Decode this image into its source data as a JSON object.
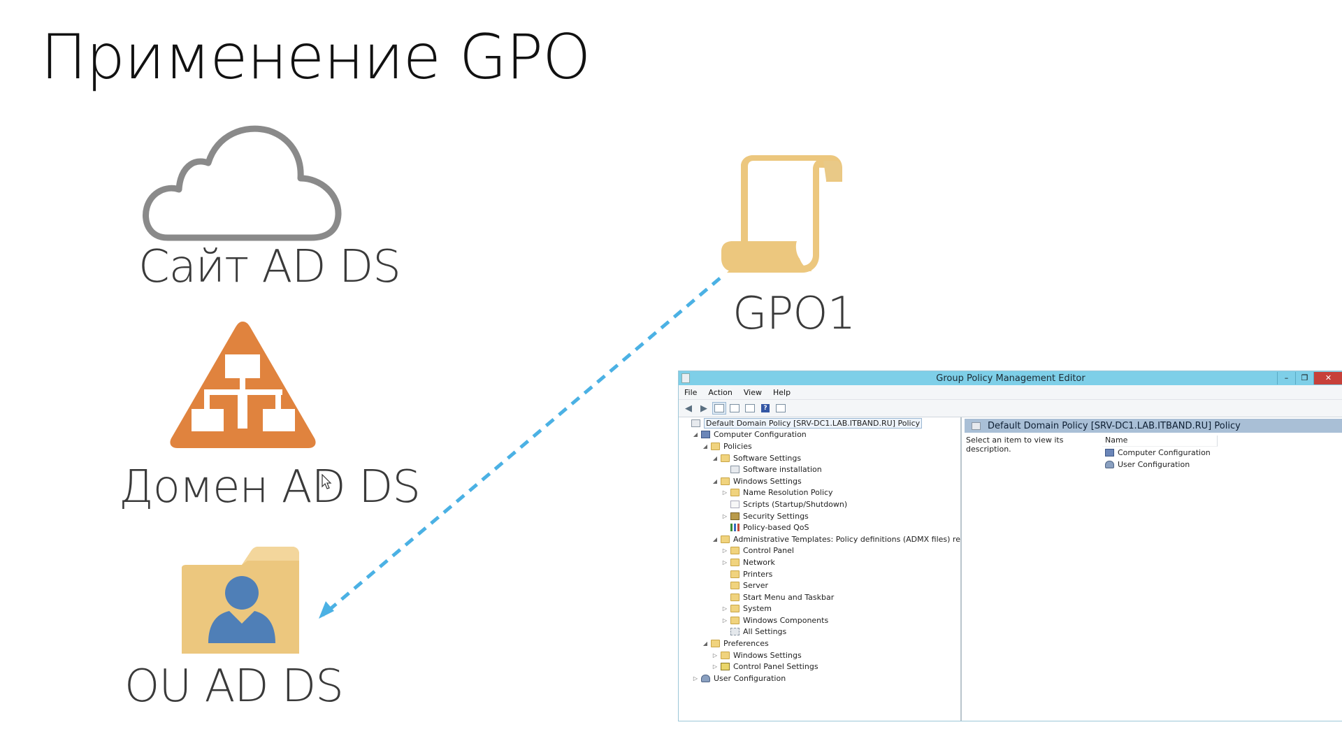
{
  "slide": {
    "title": "Применение GPO",
    "site_label": "Сайт AD DS",
    "domain_label": "Домен AD DS",
    "ou_label": "OU AD DS",
    "gpo_label": "GPO1"
  },
  "colors": {
    "cloud_stroke": "#8a8a8a",
    "domain_triangle": "#e0833e",
    "folder": "#ecc77e",
    "user_icon": "#4f7fb7",
    "scroll": "#e9c987",
    "arrow": "#4bb1e4",
    "titlebar": "#7ecfe8"
  },
  "icons": {
    "site": "cloud-icon",
    "domain": "hierarchy-triangle-icon",
    "ou": "user-folder-icon",
    "gpo": "scroll-icon"
  },
  "window": {
    "title": "Group Policy Management Editor",
    "controls": {
      "minimize": "–",
      "restore": "❐",
      "close": "✕"
    },
    "menu": [
      "File",
      "Action",
      "View",
      "Help"
    ],
    "tree": [
      {
        "label": "Default Domain Policy [SRV-DC1.LAB.ITBAND.RU] Policy",
        "expander": "",
        "icon": "policy"
      },
      {
        "label": "Computer Configuration",
        "expander": "◢",
        "icon": "computer"
      },
      {
        "label": "Policies",
        "expander": "◢",
        "icon": "folder"
      },
      {
        "label": "Software Settings",
        "expander": "◢",
        "icon": "folder"
      },
      {
        "label": "Software installation",
        "expander": "",
        "icon": "policy"
      },
      {
        "label": "Windows Settings",
        "expander": "◢",
        "icon": "folder"
      },
      {
        "label": "Name Resolution Policy",
        "expander": "▷",
        "icon": "folder"
      },
      {
        "label": "Scripts (Startup/Shutdown)",
        "expander": "",
        "icon": "script"
      },
      {
        "label": "Security Settings",
        "expander": "▷",
        "icon": "shield"
      },
      {
        "label": "Policy-based QoS",
        "expander": "",
        "icon": "chart"
      },
      {
        "label": "Administrative Templates: Policy definitions (ADMX files) retrieved",
        "expander": "◢",
        "icon": "folder"
      },
      {
        "label": "Control Panel",
        "expander": "▷",
        "icon": "folder"
      },
      {
        "label": "Network",
        "expander": "▷",
        "icon": "folder"
      },
      {
        "label": "Printers",
        "expander": "",
        "icon": "folder"
      },
      {
        "label": "Server",
        "expander": "",
        "icon": "folder"
      },
      {
        "label": "Start Menu and Taskbar",
        "expander": "",
        "icon": "folder"
      },
      {
        "label": "System",
        "expander": "▷",
        "icon": "folder"
      },
      {
        "label": "Windows Components",
        "expander": "▷",
        "icon": "folder"
      },
      {
        "label": "All Settings",
        "expander": "",
        "icon": "allset"
      },
      {
        "label": "Preferences",
        "expander": "◢",
        "icon": "folder"
      },
      {
        "label": "Windows Settings",
        "expander": "▷",
        "icon": "folder"
      },
      {
        "label": "Control Panel Settings",
        "expander": "▷",
        "icon": "cpanel"
      },
      {
        "label": "User Configuration",
        "expander": "▷",
        "icon": "user"
      }
    ],
    "detail": {
      "header": "Default Domain Policy [SRV-DC1.LAB.ITBAND.RU] Policy",
      "description": "Select an item to view its description.",
      "column": "Name",
      "items": [
        {
          "label": "Computer Configuration",
          "icon": "computer"
        },
        {
          "label": "User Configuration",
          "icon": "user"
        }
      ]
    }
  }
}
